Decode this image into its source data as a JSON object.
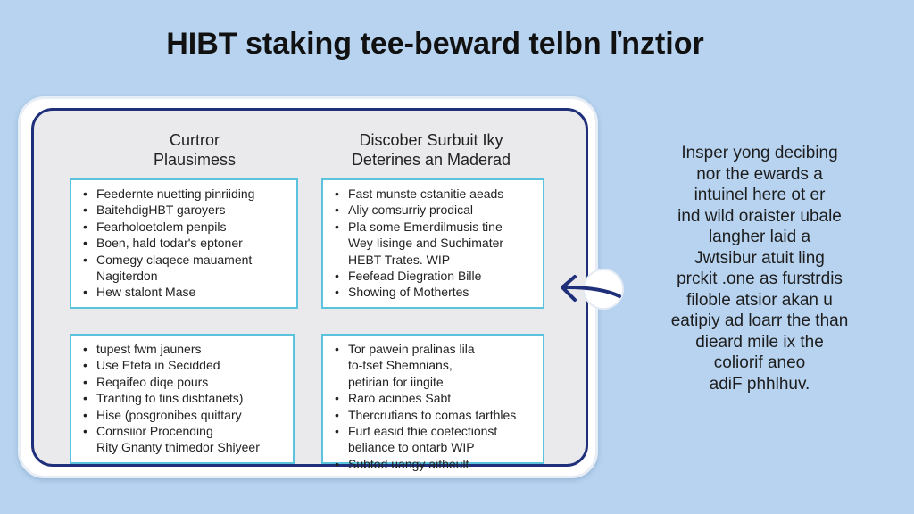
{
  "title": "HIBT staking tee-beward telbn ľnztior",
  "left_column_heading": [
    "Curtror",
    "Plausimess"
  ],
  "right_column_heading": [
    "Discober Surbuit Iky",
    "Deterines an Maderad"
  ],
  "boxes": {
    "top_left": [
      {
        "text": "Feedernte nuetting pinriiding",
        "bullet": true
      },
      {
        "text": "BaitehdigHBT garoyers",
        "bullet": true
      },
      {
        "text": "Fearholoetolem penpils",
        "bullet": true
      },
      {
        "text": "Boen, hald todar's eptoner",
        "bullet": true
      },
      {
        "text": "Comegy claqece mauament",
        "bullet": true
      },
      {
        "text": "Nagiterdon",
        "bullet": false
      },
      {
        "text": "Hew stalont Mase",
        "bullet": true
      }
    ],
    "top_right": [
      {
        "text": "Fast munste cstanitie aeads",
        "bullet": true
      },
      {
        "text": "Aliy comsurriy prodical",
        "bullet": true
      },
      {
        "text": "Pla some Emerdilmusis tine",
        "bullet": true
      },
      {
        "text": "Wey Iisinge and Suchimater",
        "bullet": false
      },
      {
        "text": "HEBT Trates. WIP",
        "bullet": false
      },
      {
        "text": "Feefead Diegration Bille",
        "bullet": true
      },
      {
        "text": "Showing of Mothertes",
        "bullet": true
      }
    ],
    "bottom_left": [
      {
        "text": "tupest fwm jauners",
        "bullet": true
      },
      {
        "text": "Use Eteta in Secidded",
        "bullet": true
      },
      {
        "text": "Reqaifeo diqe pours",
        "bullet": true
      },
      {
        "text": "Tranting to tins disbtanets)",
        "bullet": true
      },
      {
        "text": "Hise (posgronibes quittary",
        "bullet": true
      },
      {
        "text": "Cornsiior Procending",
        "bullet": true
      },
      {
        "text": "Rity Gnanty thimedor Shiyeer",
        "bullet": false
      }
    ],
    "bottom_right": [
      {
        "text": "Tor pawein pralinas lila",
        "bullet": true
      },
      {
        "text": "to-tset Shemnians,",
        "bullet": false
      },
      {
        "text": "petirian for iingite",
        "bullet": false
      },
      {
        "text": "Raro acinbes Sabt",
        "bullet": true
      },
      {
        "text": "Thercrutians to comas tarthles",
        "bullet": true
      },
      {
        "text": "Furf easid thie coetectionst",
        "bullet": true
      },
      {
        "text": "beliance to ontarb WIP",
        "bullet": false
      },
      {
        "text": "Subtod uangy aitheult",
        "bullet": true
      }
    ]
  },
  "side_text": [
    "Insper yong decibing",
    "nor the ewards a",
    "intuinel here ot er",
    "ind wild oraister ubale",
    "langher laid a",
    "Jwtsibur atuit ling",
    "prckit .one as furstrdis",
    "filoble atsior akan u",
    "eatipiy ad loarr the than",
    "dieard mile ix the",
    "coliorif aneo",
    "adiF phhlhuv."
  ],
  "colors": {
    "background": "#b7d3f0",
    "card": "#ffffff",
    "panel": "#eaeaec",
    "panel_border": "#1f2f7a",
    "box_border": "#5bc3de",
    "arrow": "#1f2f7a"
  },
  "icons": {
    "arrow": "arrow-left-icon"
  }
}
